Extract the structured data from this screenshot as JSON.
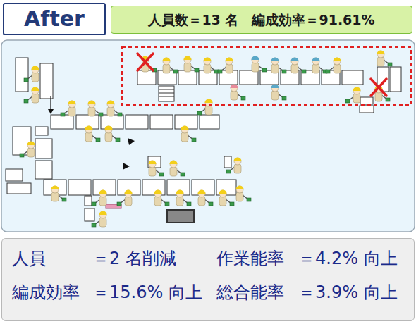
{
  "diagram": {
    "nodes": [
      {
        "text": [
          "After"
        ]
      },
      {
        "text": [
          "人員数＝13 名　編成効率＝91.61%"
        ]
      },
      {
        "text": [
          "人員",
          "＝2 名削減",
          "作業能率",
          "＝4.2% 向上",
          "編成効率",
          "＝15.6% 向上",
          "総合能率",
          "＝3.9% 向上"
        ]
      }
    ]
  }
}
